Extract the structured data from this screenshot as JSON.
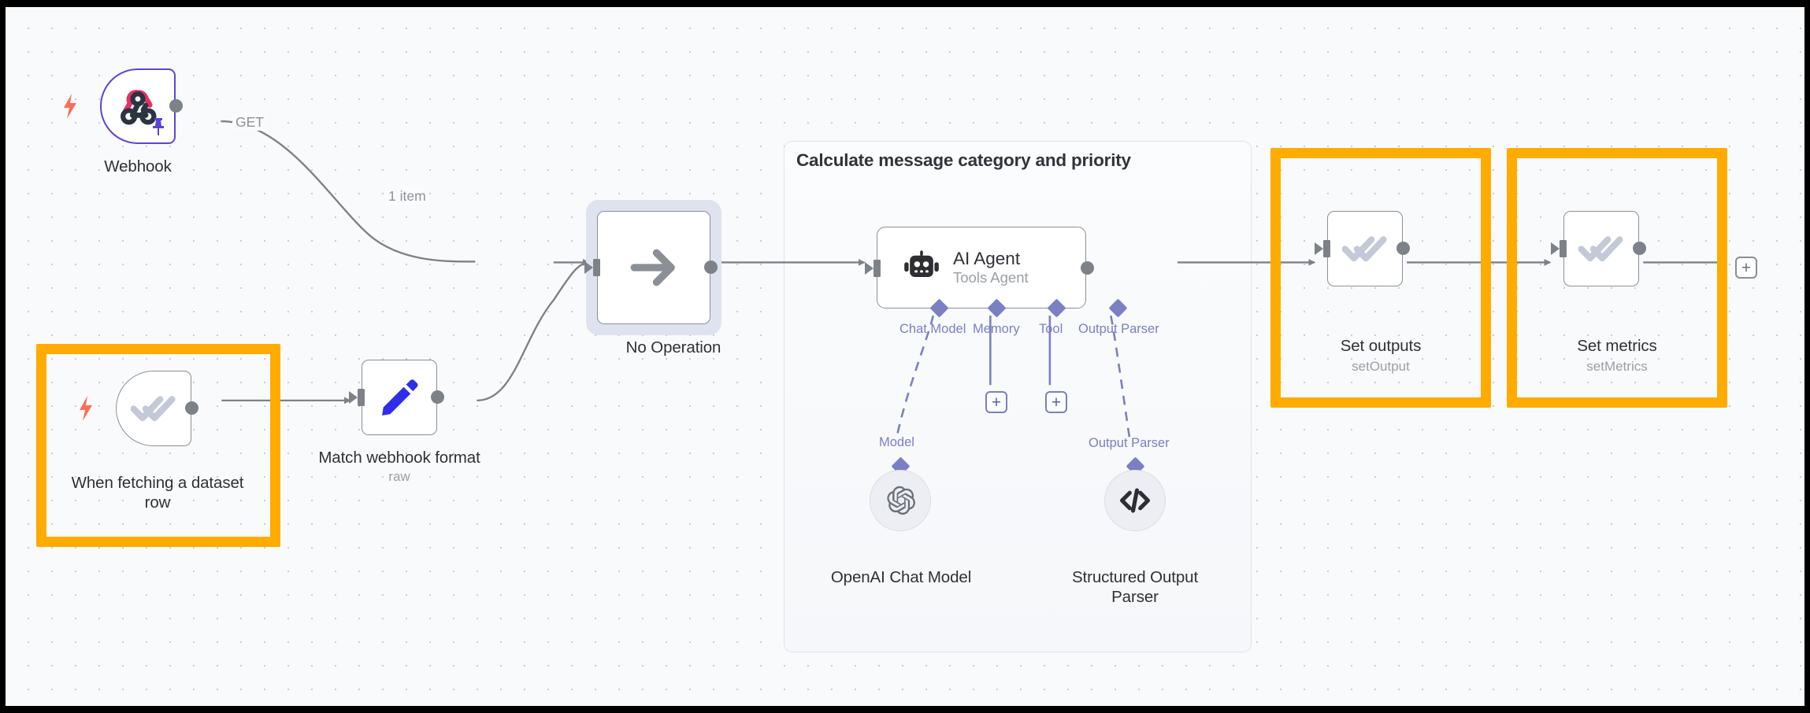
{
  "canvas": {
    "grid": "dots",
    "background_color": "#f9fafb",
    "highlight_color": "#ffab00",
    "accent_color": "#5a46d6",
    "connector_color": "#7b7fc4"
  },
  "group": {
    "title": "Calculate message category and priority"
  },
  "nodes": [
    {
      "id": "webhook",
      "name": "Webhook",
      "subtitle": "",
      "icon": "webhook-icon",
      "type": "trigger",
      "highlighted": false,
      "pinned": true
    },
    {
      "id": "when-fetching-dataset-row",
      "name": "When fetching a dataset\nrow",
      "subtitle": "",
      "icon": "double-check-icon",
      "type": "trigger",
      "highlighted": true,
      "pinned": false
    },
    {
      "id": "match-webhook-format",
      "name": "Match webhook format",
      "subtitle": "raw",
      "icon": "pencil-icon",
      "type": "action",
      "highlighted": false,
      "pinned": false
    },
    {
      "id": "no-operation",
      "name": "No Operation",
      "subtitle": "",
      "icon": "arrow-right-icon",
      "type": "action",
      "highlighted": false,
      "selected": true,
      "pinned": false
    },
    {
      "id": "ai-agent",
      "name": "AI Agent",
      "subtitle": "Tools Agent",
      "icon": "robot-icon",
      "type": "agent",
      "highlighted": false,
      "pinned": false
    },
    {
      "id": "set-outputs",
      "name": "Set outputs",
      "subtitle": "setOutput",
      "icon": "double-check-icon",
      "type": "action",
      "highlighted": true,
      "pinned": false
    },
    {
      "id": "set-metrics",
      "name": "Set metrics",
      "subtitle": "setMetrics",
      "icon": "double-check-icon",
      "type": "action",
      "highlighted": true,
      "pinned": false
    }
  ],
  "sub_nodes": [
    {
      "id": "openai-chat-model",
      "name": "OpenAI Chat Model",
      "icon": "openai-icon",
      "connector_label": "Model"
    },
    {
      "id": "structured-output-parser",
      "name": "Structured Output\nParser",
      "icon": "code-brackets-icon",
      "connector_label": "Output Parser"
    }
  ],
  "agent_connectors": [
    {
      "label": "Chat Model",
      "has_plus": false
    },
    {
      "label": "Memory",
      "has_plus": true
    },
    {
      "label": "Tool",
      "has_plus": true
    },
    {
      "label": "Output Parser",
      "has_plus": false
    }
  ],
  "edge_labels": {
    "webhook_method": "GET",
    "webhook_items": "1 item"
  },
  "add_button": {
    "label": "+"
  }
}
